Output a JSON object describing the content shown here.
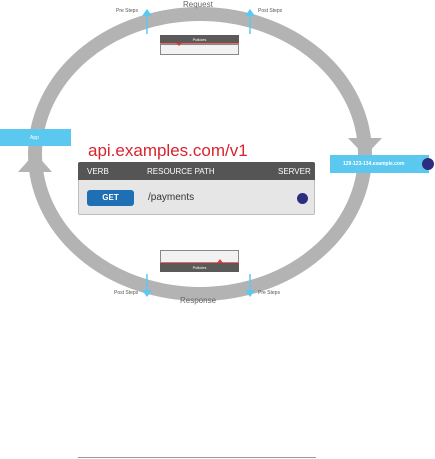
{
  "labels": {
    "request": "Request",
    "response": "Response"
  },
  "steps": {
    "top_left": "Pre Steps",
    "top_right": "Post Steps",
    "bottom_left": "Post Steps",
    "bottom_right": "Pre Steps"
  },
  "policies": {
    "top": "Policies",
    "bottom": "Policies"
  },
  "nodes": {
    "app": "App",
    "server": "129-123-134.example.com"
  },
  "api": {
    "base_url": "api.examples.com/v1",
    "columns": [
      "VERB",
      "RESOURCE PATH",
      "SERVER"
    ],
    "verb": "GET",
    "resource_path": "/payments"
  },
  "colors": {
    "loop": "#b3b3b3",
    "node": "#5bc8ef",
    "arrow": "#5bc8ef",
    "url": "#d9232e",
    "verb_button": "#1f6fb5",
    "dot": "#2b2e7e",
    "header": "#555555"
  }
}
